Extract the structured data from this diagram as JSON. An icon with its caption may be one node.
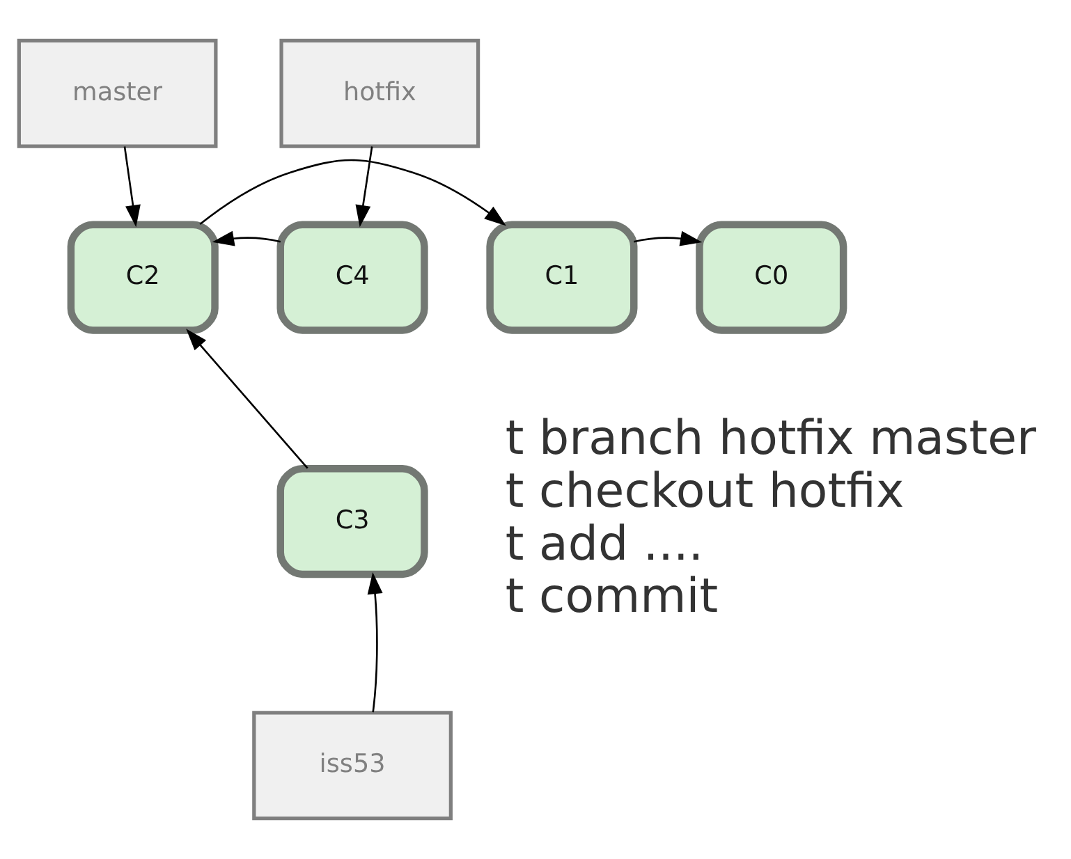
{
  "diagram": {
    "nodes": [
      {
        "text": [
          "master"
        ]
      },
      {
        "text": [
          "hotfix"
        ]
      },
      {
        "text": [
          "C0"
        ]
      },
      {
        "text": [
          "C1"
        ]
      },
      {
        "text": [
          "C2"
        ]
      },
      {
        "text": [
          "C4"
        ]
      },
      {
        "text": [
          "C3"
        ]
      },
      {
        "text": [
          "iss53"
        ]
      }
    ],
    "edges": [
      {
        "from": 0,
        "to": 4,
        "arrow": "to"
      },
      {
        "from": 1,
        "to": 5,
        "arrow": "to"
      },
      {
        "from": 3,
        "to": 2,
        "arrow": "to"
      },
      {
        "from": 4,
        "to": 3,
        "arrow": "to"
      },
      {
        "from": 5,
        "to": 4,
        "arrow": "to"
      },
      {
        "from": 6,
        "to": 4,
        "arrow": "to"
      },
      {
        "from": 7,
        "to": 6,
        "arrow": "to"
      }
    ],
    "labels": [
      "t branch hotfix master",
      "t checkout hotfix",
      "t add ....",
      "t commit"
    ]
  }
}
